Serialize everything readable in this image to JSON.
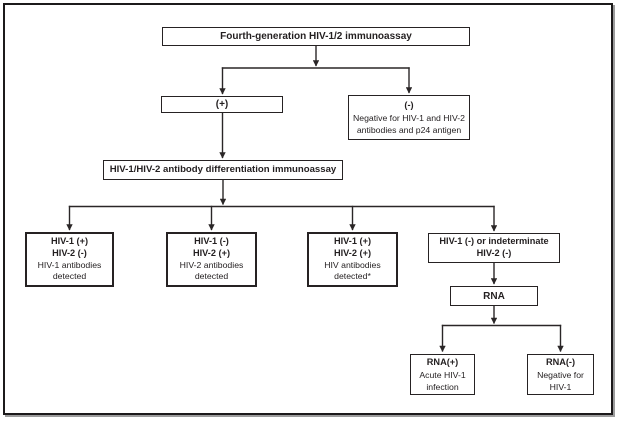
{
  "colors": {
    "background": "#ffffff",
    "text": "#231f20",
    "line": "#2a2627",
    "box_border": "#262223",
    "frame_border": "#1c1a1b"
  },
  "flowchart": {
    "top_box": {
      "label": "Fourth-generation HIV-1/2 immunoassay"
    },
    "positive_box": {
      "label": "(+)"
    },
    "negative_box": {
      "label": "(-)",
      "line1": "Negative for HIV-1 and HIV-2",
      "line2": "antibodies and p24 antigen"
    },
    "differentiation_box": {
      "label": "HIV-1/HIV-2 antibody differentiation immunoassay"
    },
    "hiv1_antibody_box": {
      "line1": "HIV-1 (+)",
      "line2": "HIV-2 (-)",
      "line3": "HIV-1 antibodies",
      "line4": "detected"
    },
    "hiv2_antibody_box": {
      "line1": "HIV-1 (-)",
      "line2": "HIV-2 (+)",
      "line3": "HIV-2 antibodies",
      "line4": "detected"
    },
    "dual_antibody_box": {
      "line1": "HIV-1 (+)",
      "line2": "HIV-2 (+)",
      "line3": "HIV antibodies",
      "line4": "detected*"
    },
    "indeterminate_box": {
      "line1": "HIV-1 (-) or indeterminate",
      "line2": "HIV-2 (-)"
    },
    "rna_box": {
      "label": "RNA"
    },
    "rna_positive_box": {
      "line1": "RNA(+)",
      "line2": "Acute HIV-1",
      "line3": "infection"
    },
    "rna_negative_box": {
      "line1": "RNA(-)",
      "line2": "Negative for",
      "line3": "HIV-1"
    }
  }
}
